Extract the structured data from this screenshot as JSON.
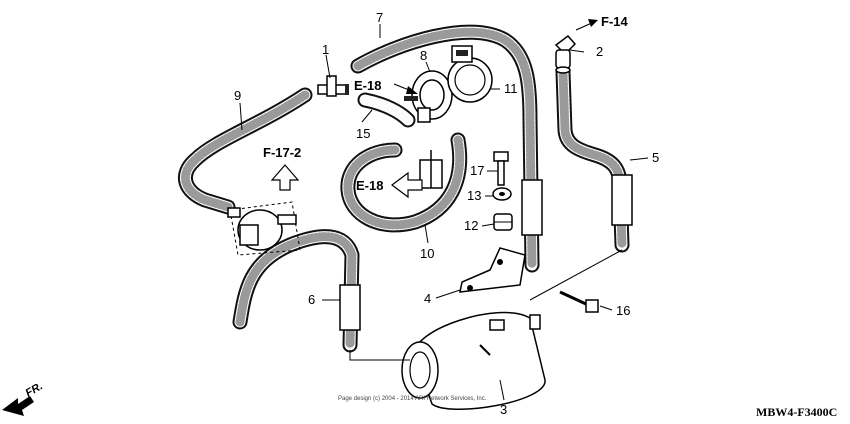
{
  "callouts": {
    "p1": "1",
    "p2": "2",
    "p3": "3",
    "p4": "4",
    "p5": "5",
    "p6": "6",
    "p7": "7",
    "p8": "8",
    "p9": "9",
    "p10": "10",
    "p11": "11",
    "p12": "12",
    "p13": "13",
    "p15": "15",
    "p16": "16",
    "p17": "17"
  },
  "refs": {
    "f14": "F-14",
    "e18_top": "E-18",
    "e18_mid": "E-18",
    "f172": "F-17-2"
  },
  "front_label": "FR.",
  "diagram_code": "MBW4-F3400C",
  "copyright": "Page design (c) 2004 - 2014 ARI Network Services, Inc."
}
